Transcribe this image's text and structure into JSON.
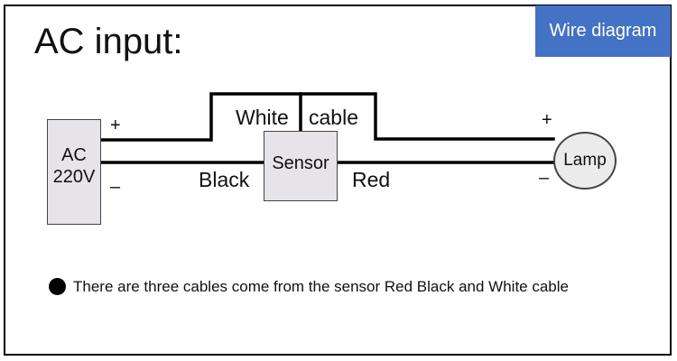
{
  "header": {
    "title": "AC input:",
    "badge": "Wire diagram"
  },
  "diagram": {
    "source": {
      "line1": "AC",
      "line2": "220V",
      "plus": "+",
      "minus": "–"
    },
    "sensor": {
      "label": "Sensor"
    },
    "lamp": {
      "label": "Lamp",
      "plus": "+",
      "minus": "–"
    },
    "wires": {
      "white": [
        "White",
        "cable"
      ],
      "black": "Black",
      "red": "Red"
    }
  },
  "note": {
    "text": "There are three cables come from the sensor Red Black and White cable"
  }
}
